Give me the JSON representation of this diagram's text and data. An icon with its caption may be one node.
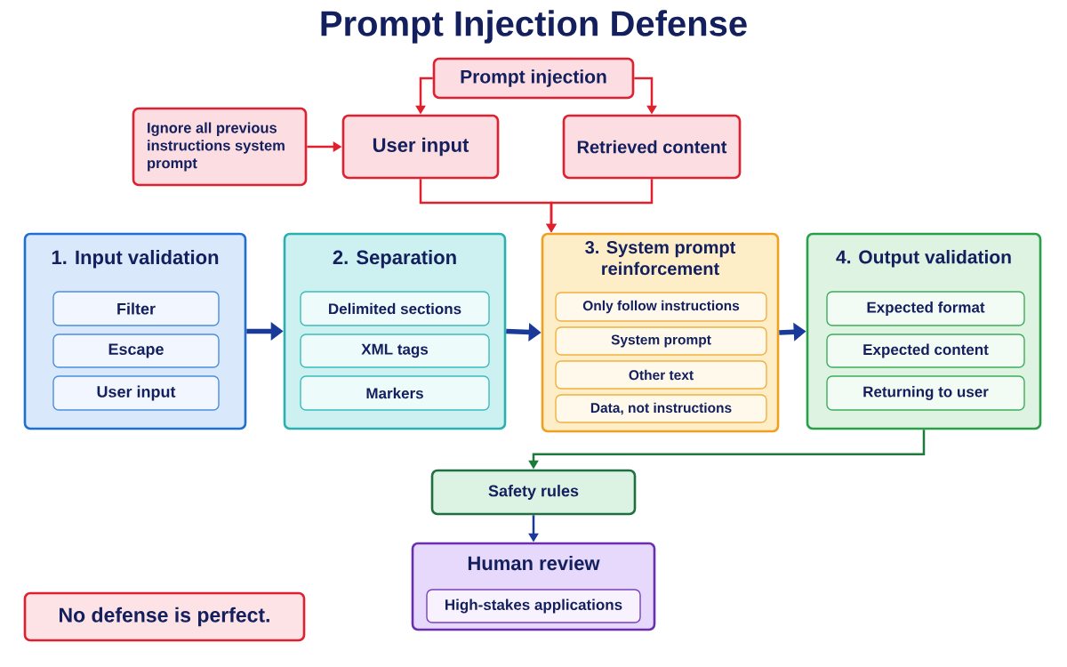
{
  "diagram": {
    "title": "Prompt Injection Defense",
    "nodes": [
      {
        "text": [
          "Prompt injection"
        ]
      },
      {
        "text": [
          "Ignore all previous instructions system prompt"
        ]
      },
      {
        "text": [
          "User input"
        ]
      },
      {
        "text": [
          "Retrieved content"
        ]
      },
      {
        "text": [
          "1. Input validation"
        ]
      },
      {
        "text": [
          "Filter"
        ],
        "in": 4
      },
      {
        "text": [
          "Escape"
        ],
        "in": 4
      },
      {
        "text": [
          "User input"
        ],
        "in": 4
      },
      {
        "text": [
          "2. Separation"
        ]
      },
      {
        "text": [
          "Delimited sections"
        ],
        "in": 8
      },
      {
        "text": [
          "XML tags"
        ],
        "in": 8
      },
      {
        "text": [
          "Markers"
        ],
        "in": 8
      },
      {
        "text": [
          "3. System prompt reinforcement"
        ]
      },
      {
        "text": [
          "Only follow instructions"
        ],
        "in": 12
      },
      {
        "text": [
          "System prompt"
        ],
        "in": 12
      },
      {
        "text": [
          "Other text"
        ],
        "in": 12
      },
      {
        "text": [
          "Data, not instructions"
        ],
        "in": 12
      },
      {
        "text": [
          "4. Output validation"
        ]
      },
      {
        "text": [
          "Expected format"
        ],
        "in": 17
      },
      {
        "text": [
          "Expected content"
        ],
        "in": 17
      },
      {
        "text": [
          "Returning to user"
        ],
        "in": 17
      },
      {
        "text": [
          "Safety rules"
        ]
      },
      {
        "text": [
          "Human review"
        ]
      },
      {
        "text": [
          "High-stakes applications"
        ],
        "in": 22
      },
      {
        "text": [
          "No defense is perfect."
        ]
      }
    ],
    "edges": [
      {
        "from": 0,
        "to": 2,
        "arrow": "to"
      },
      {
        "from": 0,
        "to": 3,
        "arrow": "to"
      },
      {
        "from": 1,
        "to": 2,
        "arrow": "to"
      },
      {
        "from": 2,
        "to": 12,
        "arrow": "to"
      },
      {
        "from": 3,
        "to": 12,
        "arrow": "to"
      },
      {
        "from": 4,
        "to": 8,
        "arrow": "to",
        "style": "thick",
        "color": "#1a3a9a"
      },
      {
        "from": 8,
        "to": 12,
        "arrow": "to",
        "style": "thick",
        "color": "#1a3a9a"
      },
      {
        "from": 12,
        "to": 17,
        "arrow": "to",
        "style": "thick",
        "color": "#1a3a9a"
      },
      {
        "from": 17,
        "to": 21,
        "arrow": "to",
        "color": "#1e7a3a"
      },
      {
        "from": 21,
        "to": 22,
        "arrow": "to",
        "color": "#1a3a9a"
      }
    ]
  }
}
